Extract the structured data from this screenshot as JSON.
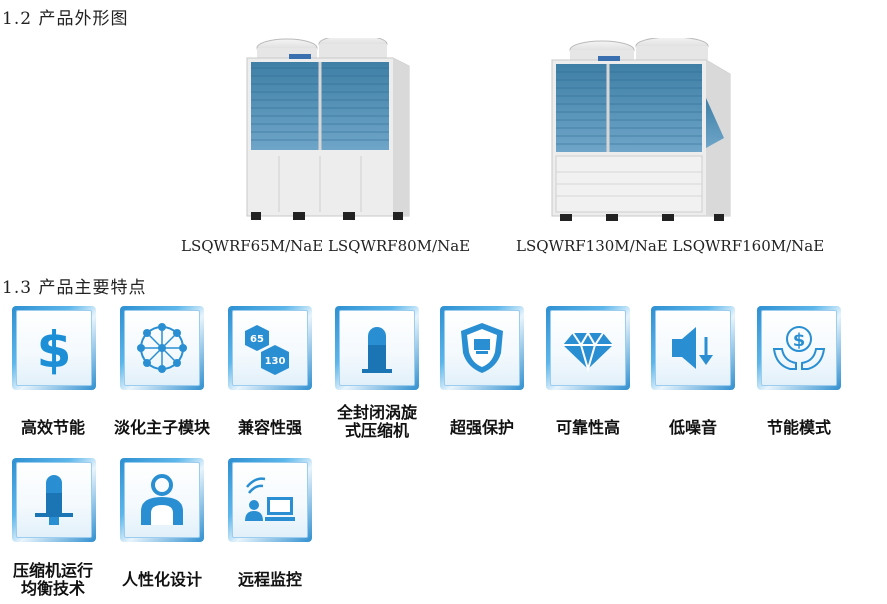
{
  "section_appearance": {
    "title": "1.2 产品外形图"
  },
  "products": [
    {
      "caption": "LSQWRF65M/NaE LSQWRF80M/NaE"
    },
    {
      "caption": "LSQWRF130M/NaE LSQWRF160M/NaE"
    }
  ],
  "section_features": {
    "title": "1.3 产品主要特点"
  },
  "features": [
    {
      "label": "高效节能",
      "icon": "dollar-icon"
    },
    {
      "label": "淡化主子模块",
      "icon": "network-icon"
    },
    {
      "label": "兼容性强",
      "icon": "hexagon-65-130-icon",
      "badge_top": "65",
      "badge_bottom": "130"
    },
    {
      "label": "全封闭涡旋式压缩机",
      "line1": "全封闭涡旋",
      "line2": "式压缩机",
      "icon": "compressor-icon"
    },
    {
      "label": "超强保护",
      "icon": "shield-icon"
    },
    {
      "label": "可靠性高",
      "icon": "diamond-icon"
    },
    {
      "label": "低噪音",
      "icon": "speaker-low-icon"
    },
    {
      "label": "节能模式",
      "icon": "hands-dollar-icon"
    },
    {
      "label": "压缩机运行均衡技术",
      "line1": "压缩机运行",
      "line2": "均衡技术",
      "icon": "compressor-balance-icon"
    },
    {
      "label": "人性化设计",
      "icon": "person-icon"
    },
    {
      "label": "远程监控",
      "icon": "remote-monitor-icon"
    }
  ]
}
